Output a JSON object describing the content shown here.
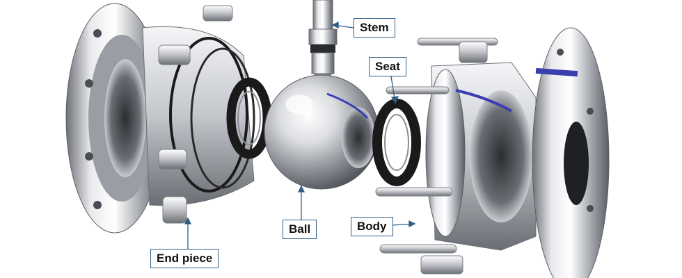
{
  "callouts": {
    "stem": "Stem",
    "seat": "Seat",
    "ball": "Ball",
    "body": "Body",
    "end_piece": "End piece"
  },
  "colors": {
    "callout_border": "#2e5d86",
    "leader_line": "#2e5d86",
    "metal_light": "#f2f3f5",
    "metal_mid": "#b9bcc2",
    "metal_dark": "#55585e",
    "seal_black": "#1a1a1a",
    "accent_blue": "#3a3fb0"
  }
}
